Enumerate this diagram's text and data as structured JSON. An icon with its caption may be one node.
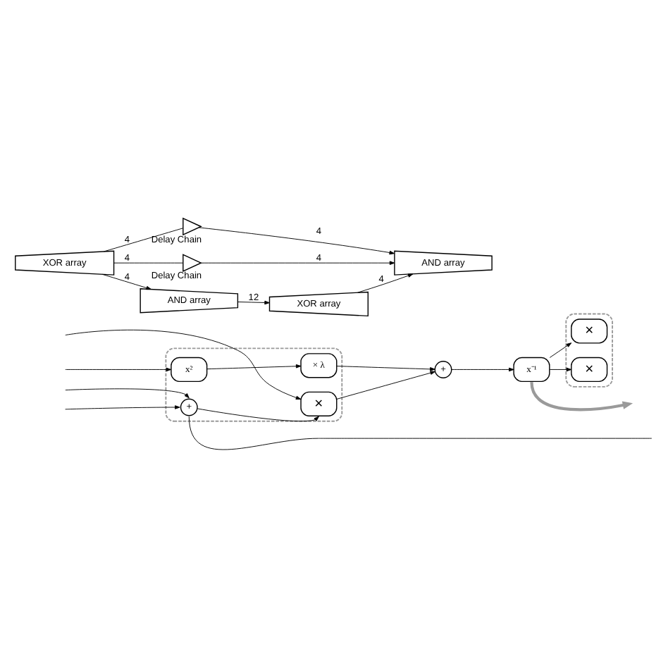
{
  "diagram": {
    "nodes": [
      {
        "text": [],
        "shape": "box"
      },
      {
        "text": [
          "x²"
        ],
        "in": 0
      },
      {
        "text": [
          "× λ"
        ],
        "in": 0
      },
      {
        "text": [
          "+"
        ],
        "in": 0
      },
      {
        "text": [
          "×"
        ],
        "in": 0
      },
      {
        "text": [
          "+"
        ]
      },
      {
        "text": [
          "x⁻¹"
        ]
      },
      {
        "text": [],
        "shape": "box"
      },
      {
        "text": [
          "×"
        ],
        "in": 7
      },
      {
        "text": [
          "×"
        ],
        "in": 7
      },
      {
        "text": [
          "XOR array"
        ]
      },
      {
        "text": [
          "AND array"
        ]
      },
      {
        "text": [
          "XOR array"
        ]
      },
      {
        "text": [],
        "shape": "triangle",
        "beside": [
          "Delay Chain"
        ]
      },
      {
        "text": [],
        "shape": "triangle",
        "beside": [
          "Delay Chain"
        ]
      },
      {
        "text": [
          "AND array"
        ]
      }
    ],
    "edges": [
      {
        "from": null,
        "to": 1,
        "arrow": "to"
      },
      {
        "from": 3,
        "to": null,
        "arrow": "none"
      },
      {
        "from": null,
        "to": 3,
        "arrow": "to"
      },
      {
        "from": null,
        "to": 3,
        "arrow": "to"
      },
      {
        "from": 1,
        "to": 2,
        "arrow": "to"
      },
      {
        "from": 2,
        "to": 5,
        "arrow": "to"
      },
      {
        "from": 3,
        "to": 4,
        "arrow": "to"
      },
      {
        "from": null,
        "to": 4,
        "arrow": "to"
      },
      {
        "from": 4,
        "to": 5,
        "arrow": "to"
      },
      {
        "from": 5,
        "to": 6,
        "arrow": "to"
      },
      {
        "from": 6,
        "to": 8,
        "arrow": "to"
      },
      {
        "from": 6,
        "to": 9,
        "arrow": "to"
      },
      {
        "from": 6,
        "to": null,
        "arrow": "to",
        "style": "thick",
        "color": "#9a9a9a"
      },
      {
        "from": 10,
        "to": 13,
        "label": "4",
        "arrow": "none"
      },
      {
        "from": 10,
        "to": 11,
        "label": "4",
        "arrow": "to"
      },
      {
        "from": 10,
        "to": 14,
        "label": "4",
        "arrow": "none"
      },
      {
        "from": 11,
        "to": 12,
        "label": "12",
        "arrow": "to"
      },
      {
        "from": 13,
        "to": 15,
        "label": "4",
        "arrow": "to"
      },
      {
        "from": 12,
        "to": 15,
        "label": "4",
        "arrow": "to"
      },
      {
        "from": 14,
        "to": 15,
        "label": "4",
        "arrow": "to"
      }
    ]
  }
}
